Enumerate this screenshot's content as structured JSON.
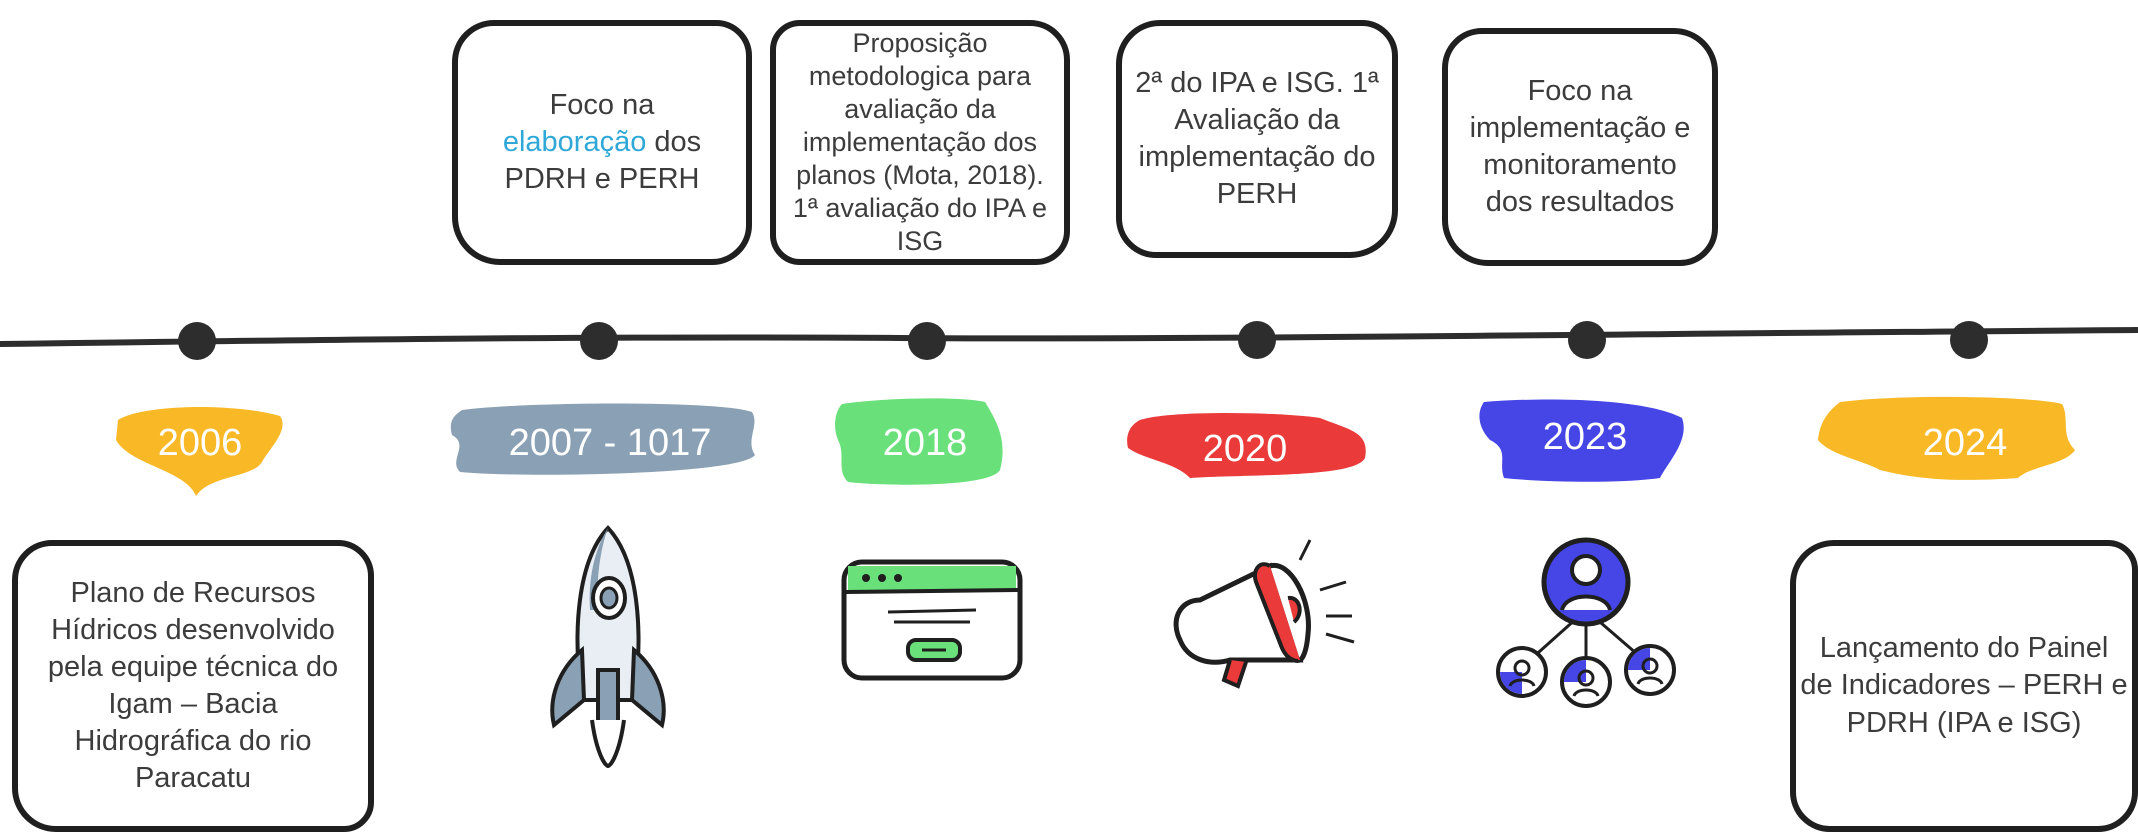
{
  "timeline": {
    "top_boxes": [
      {
        "pre": "Foco na",
        "highlight": "elaboração",
        "post": "dos PDRH e PERH"
      },
      {
        "text": "Proposição metodologica para avaliação da implementação dos planos (Mota, 2018). 1ª avaliação do IPA e ISG"
      },
      {
        "text": "2ª do IPA e ISG. 1ª Avaliação da implementação do PERH"
      },
      {
        "text": "Foco na implementação e monitoramento dos resultados"
      }
    ],
    "years": [
      {
        "label": "2006",
        "color": "#f9b826"
      },
      {
        "label": "2007 - 1017",
        "color": "#8aa0b4"
      },
      {
        "label": "2018",
        "color": "#69e07a"
      },
      {
        "label": "2020",
        "color": "#ea3a3a"
      },
      {
        "label": "2023",
        "color": "#4646e6"
      },
      {
        "label": "2024",
        "color": "#f9b826"
      }
    ],
    "bottom_boxes": [
      {
        "text": "Plano de Recursos Hídricos desenvolvido pela equipe técnica do Igam – Bacia Hidrográfica do rio Paracatu"
      },
      {
        "text": "Lançamento do Painel de Indicadores – PERH e PDRH (IPA e ISG)"
      }
    ],
    "icons": [
      "rocket-icon",
      "browser-window-icon",
      "megaphone-icon",
      "team-network-icon"
    ],
    "line_color": "#2d2d2d",
    "highlight_color": "#2fa8d8"
  }
}
